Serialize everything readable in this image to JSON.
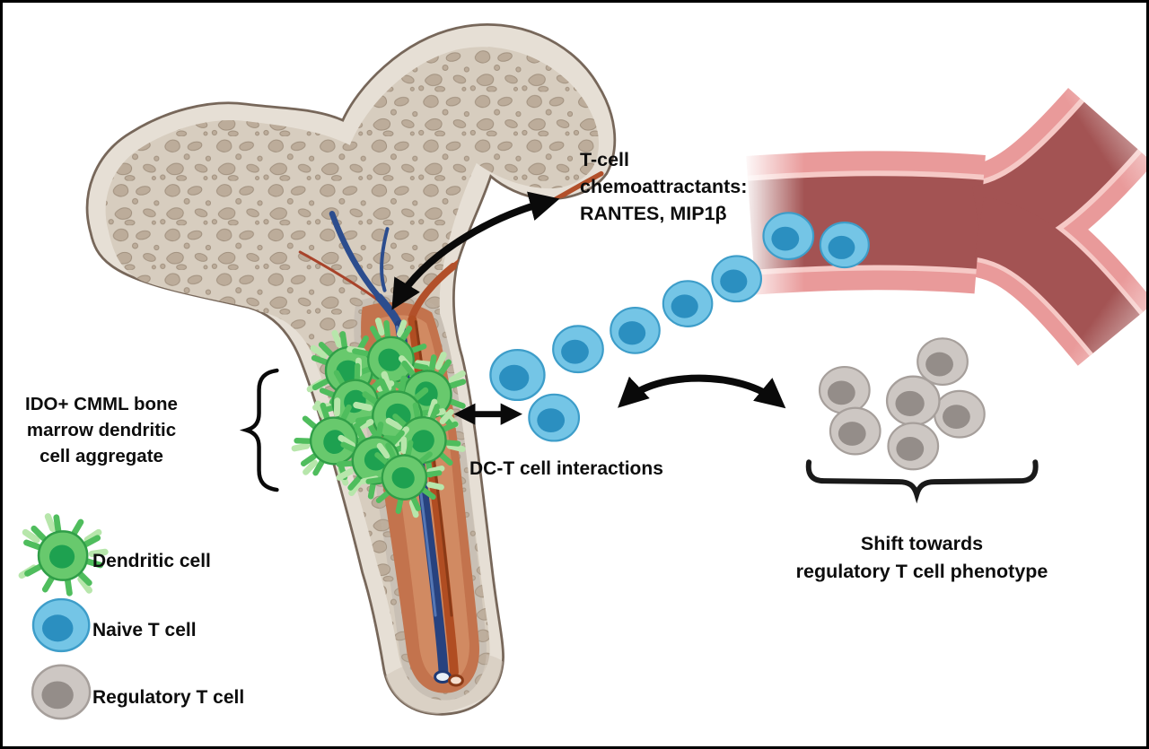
{
  "figure": {
    "labels": {
      "chemoattractants": {
        "line1": "T-cell",
        "line2": "chemoattractants:",
        "line3": "RANTES, MIP1β"
      },
      "dc_aggregate": {
        "line1": "IDO+ CMML bone",
        "line2": "marrow dendritic",
        "line3": "cell aggregate"
      },
      "dc_t_interactions": "DC-T cell interactions",
      "treg_shift": {
        "line1": "Shift towards",
        "line2": "regulatory T cell phenotype"
      }
    },
    "legend": [
      {
        "id": "dendritic-cell",
        "label": "Dendritic cell",
        "color": "#68c96d"
      },
      {
        "id": "naive-t-cell",
        "label": "Naive T cell",
        "color": "#74c5e6"
      },
      {
        "id": "regulatory-t-cell",
        "label": "Regulatory T cell",
        "color": "#cdc7c3"
      }
    ],
    "colors": {
      "dendritic_cell_body": "#68c96d",
      "dendritic_cell_nucleus": "#1ea150",
      "naive_t_cell_body": "#74c5e6",
      "naive_t_cell_nucleus": "#2b8fc0",
      "regulatory_t_cell_body": "#cdc7c3",
      "regulatory_t_cell_nucleus": "#948d89",
      "vessel_wall": "#e99a9a",
      "vessel_inner_line": "#f6c9c6",
      "vessel_lumen": "#a35353",
      "bone_cortex": "#e6dfd5",
      "bone_trabecular": "#d7cdbf",
      "bone_speckle": "#bcac9a",
      "bone_marrow": "#c3734d",
      "marrow_highlight": "#d38d65",
      "vein_blue": "#27427f",
      "artery_orange": "#b04d22",
      "annotation": "#0a0a0a"
    },
    "cell_counts": {
      "dendritic_cells_in_aggregate": 9,
      "naive_t_cells_migrating": 6,
      "naive_t_cells_in_vessel": 2,
      "regulatory_t_cells": 6
    }
  }
}
